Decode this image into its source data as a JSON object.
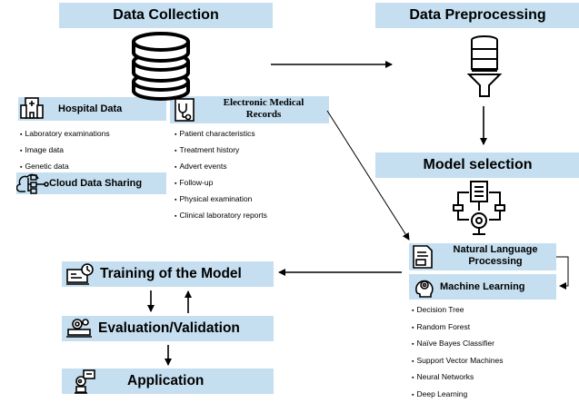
{
  "stages": {
    "data_collection": "Data Collection",
    "data_preprocessing": "Data Preprocessing",
    "model_selection": "Model selection",
    "training": "Training of the Model",
    "evaluation": "Evaluation/Validation",
    "application": "Application"
  },
  "sources": {
    "hospital": {
      "title": "Hospital Data",
      "items": [
        "Laboratory examinations",
        "Image data",
        "Genetic data"
      ]
    },
    "emr": {
      "title_line1": "Electronic Medical",
      "title_line2": "Records",
      "items": [
        "Patient characteristics",
        "Treatment history",
        "Advert events",
        "Follow-up",
        "Physical examination",
        "Clinical laboratory reports"
      ]
    },
    "cloud": {
      "title": "Cloud Data Sharing"
    }
  },
  "methods": {
    "nlp_line1": "Natural Language",
    "nlp_line2": "Processing",
    "ml": {
      "title": "Machine Learning",
      "items": [
        "Decision Tree",
        "Random Forest",
        "Naïve Bayes Classifier",
        "Support Vector Machines",
        "Neural Networks",
        "Deep Learning"
      ]
    }
  },
  "icons": [
    "database-icon",
    "hospital-icon",
    "medical-records-icon",
    "cloud-sharing-icon",
    "funnel-icon",
    "model-network-icon",
    "nlp-document-icon",
    "ml-gear-icon",
    "training-icon",
    "evaluation-icon",
    "application-robot-icon"
  ]
}
